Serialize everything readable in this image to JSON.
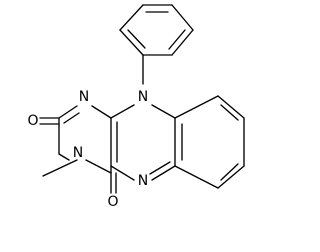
{
  "molecule": {
    "atoms": {
      "n_phenyl": "N",
      "n_ring_left": "N",
      "n_methyl": "N",
      "n_bottom": "N",
      "o_upper": "O",
      "o_lower": "O"
    }
  }
}
